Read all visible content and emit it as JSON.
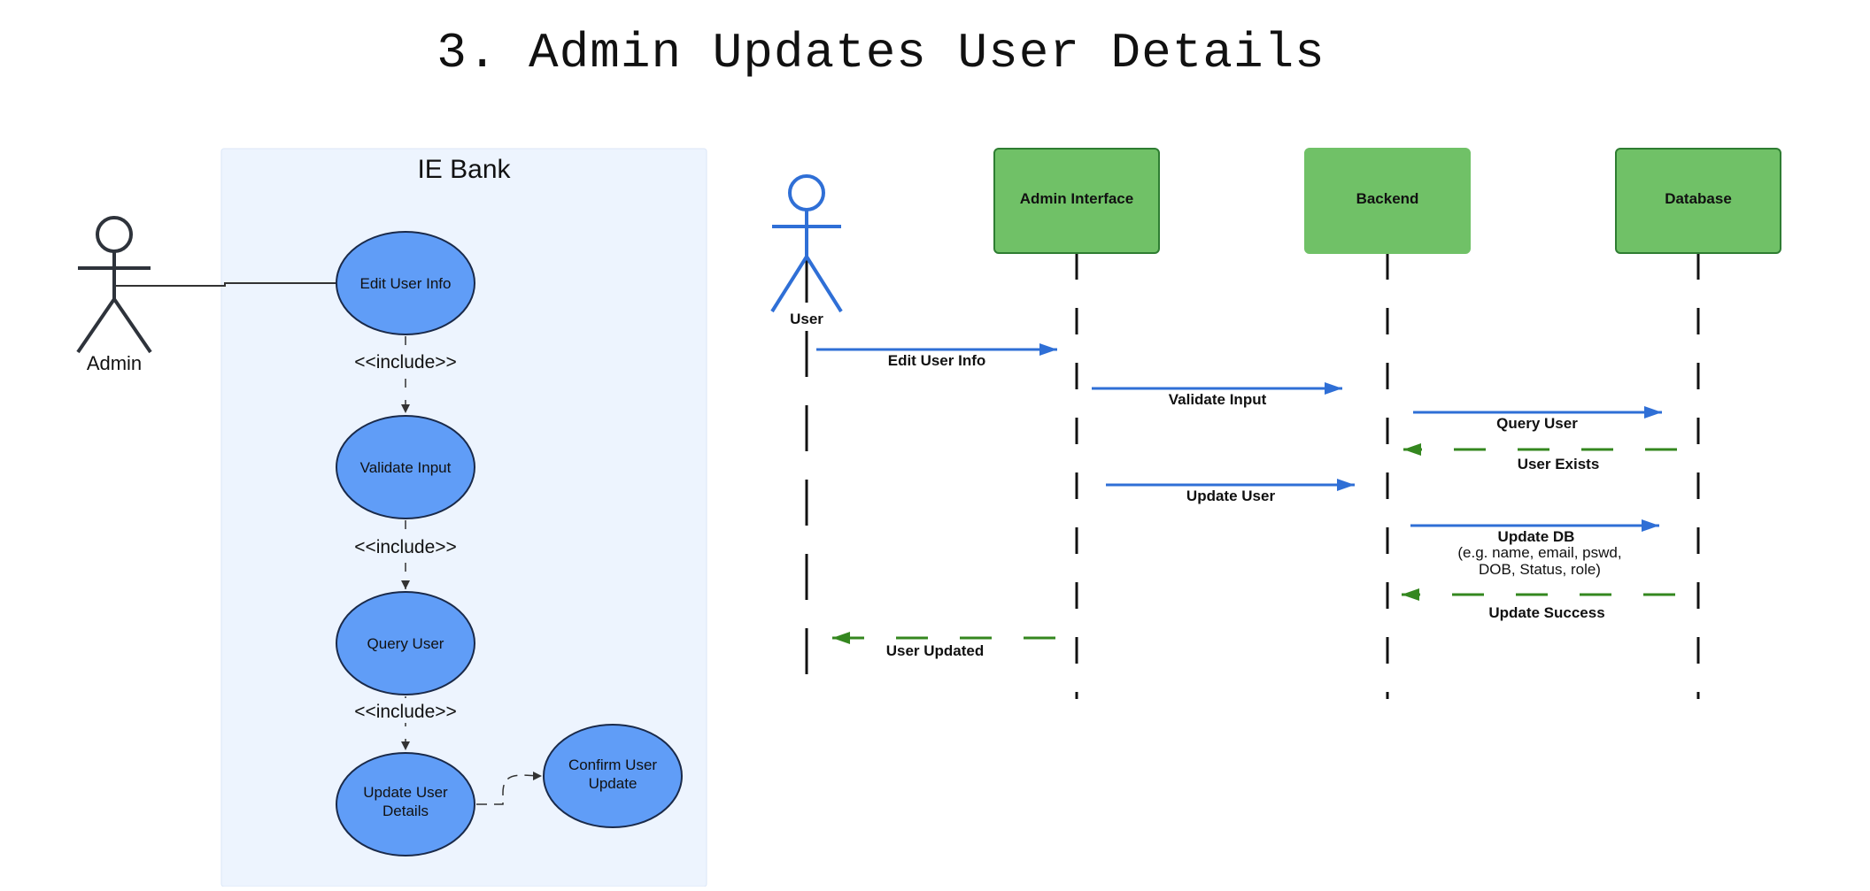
{
  "title": "3. Admin Updates User Details",
  "colors": {
    "system_bg": "#edf4fe",
    "usecase_fill": "#609df7",
    "usecase_stroke": "#1a2a4a",
    "actor_dark": "#2e333b",
    "actor_blue": "#2f6fd6",
    "box_fill": "#70c167",
    "box_stroke": "#2e7d32",
    "msg_blue": "#2f6fd6",
    "msg_green": "#34871f"
  },
  "use_case": {
    "system_name": "IE Bank",
    "actor": "Admin",
    "use_cases": {
      "edit": "Edit User Info",
      "validate": "Validate Input",
      "query": "Query User",
      "update": [
        "Update User",
        "Details"
      ],
      "confirm": [
        "Confirm User",
        "Update"
      ]
    },
    "include_labels": [
      "<<include>>",
      "<<include>>",
      "<<include>>"
    ]
  },
  "sequence": {
    "actor": "User",
    "participants": [
      "Admin Interface",
      "Backend",
      "Database"
    ],
    "messages": {
      "edit_user_info": "Edit User Info",
      "validate_input": "Validate Input",
      "query_user": "Query User",
      "user_exists": "User Exists",
      "update_user": "Update User",
      "update_db": "Update DB",
      "update_db_note": [
        "(e.g. name, email, pswd,",
        "DOB, Status, role)"
      ],
      "update_success": "Update Success",
      "user_updated": "User Updated"
    }
  }
}
